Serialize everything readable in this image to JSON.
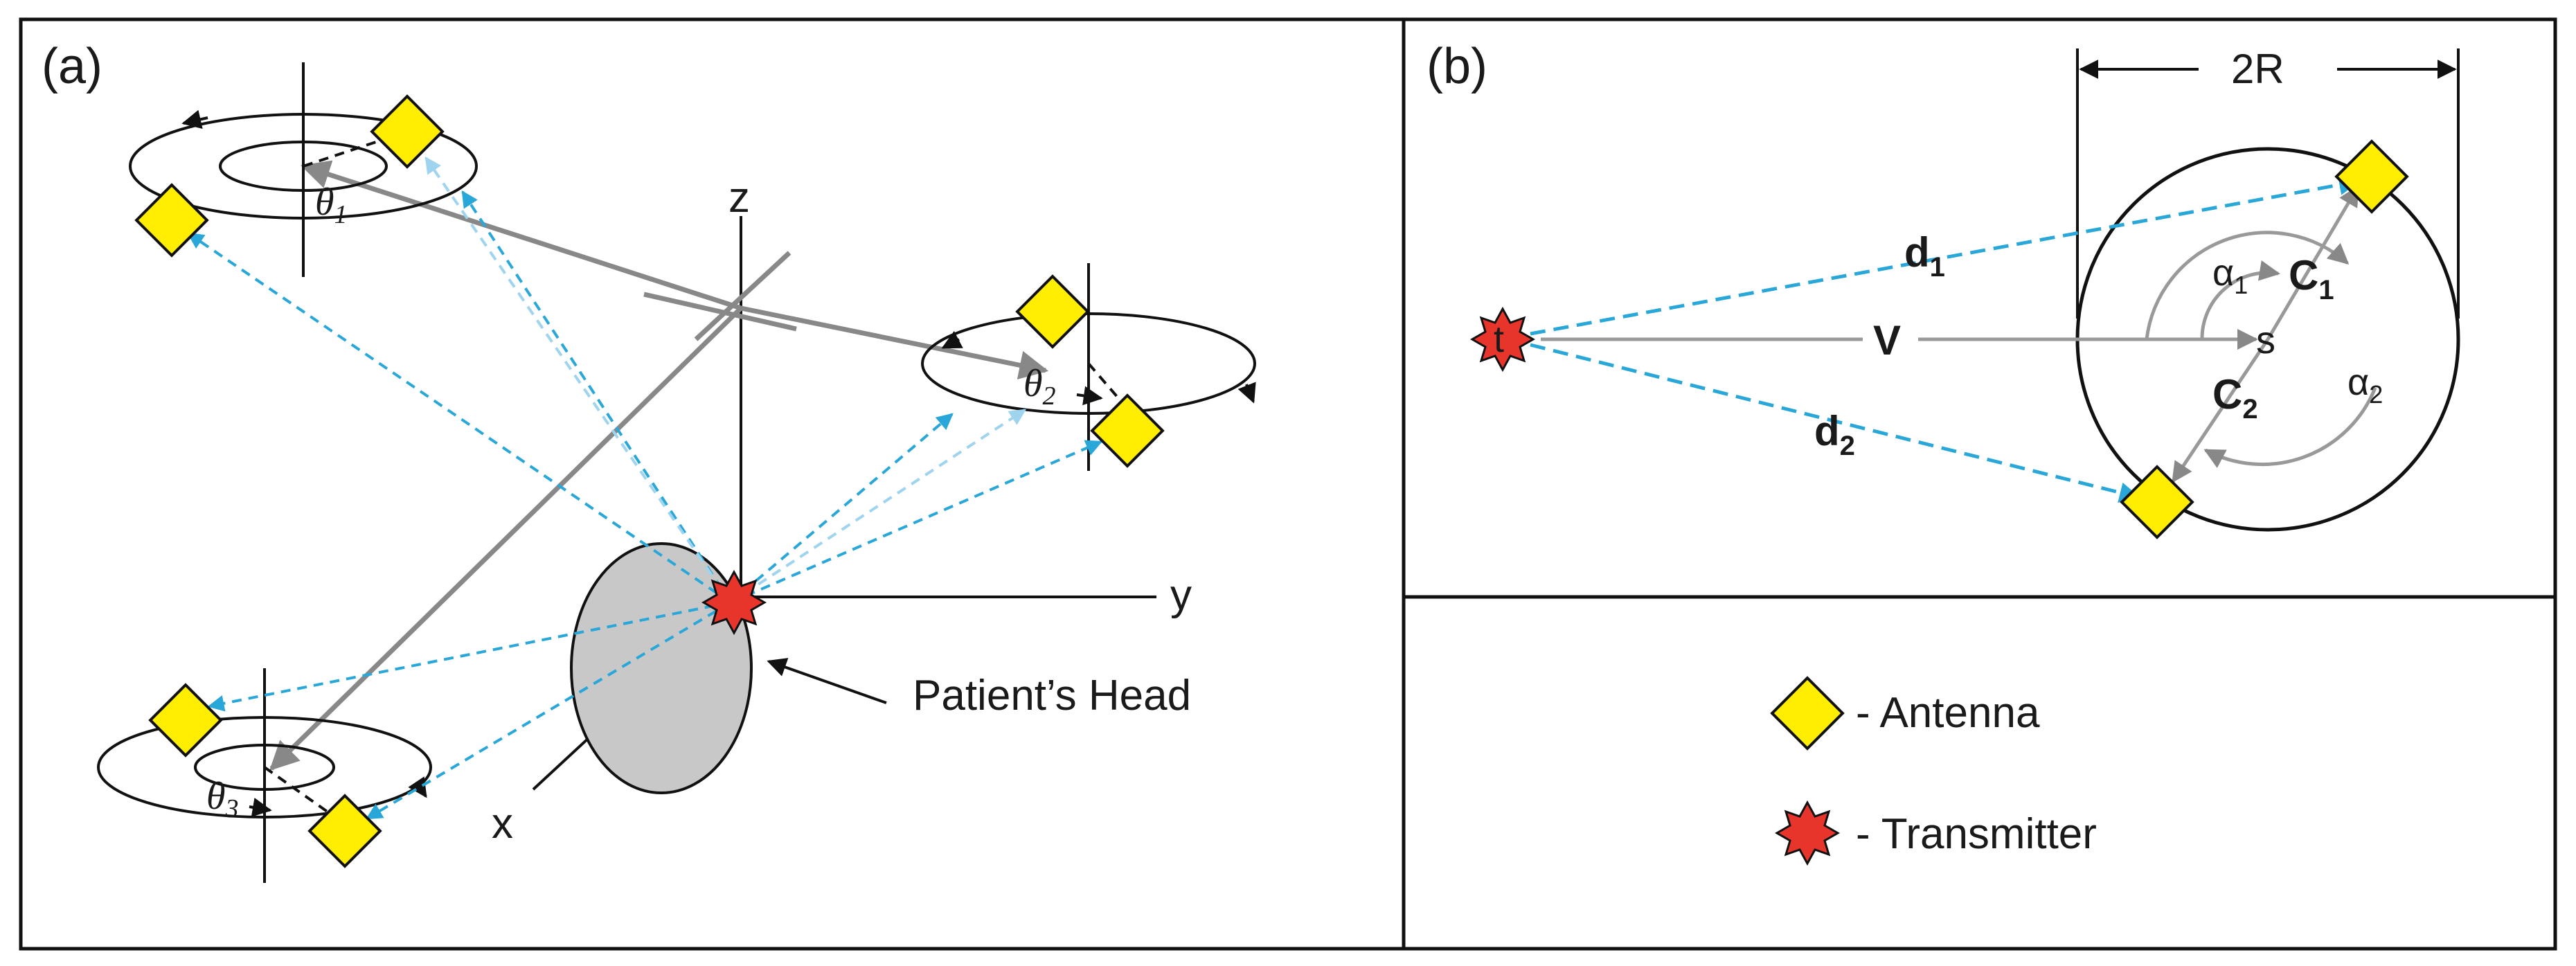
{
  "panel_a": {
    "label": "(a)",
    "axis_x": "x",
    "axis_y": "y",
    "axis_z": "z",
    "head_label": "Patient’s Head",
    "theta1": "θ",
    "theta1_sub": "1",
    "theta2": "θ",
    "theta2_sub": "2",
    "theta3": "θ",
    "theta3_sub": "3"
  },
  "panel_b": {
    "label": "(b)",
    "dim_label": "2R",
    "t_label": "t",
    "s_label": "s",
    "v_label": "V",
    "d1": "d",
    "d1_sub": "1",
    "d2": "d",
    "d2_sub": "2",
    "c1": "C",
    "c1_sub": "1",
    "c2": "C",
    "c2_sub": "2",
    "alpha1": "α",
    "alpha1_sub": "1",
    "alpha2": "α",
    "alpha2_sub": "2"
  },
  "legend": {
    "antenna": "- Antenna",
    "transmitter": "- Transmitter"
  },
  "colors": {
    "antenna_fill": "#ffee00",
    "transmitter_fill": "#e8352c",
    "signal_line": "#2aa7d9",
    "head_fill": "#c8c8c8",
    "arm": "#888888"
  }
}
